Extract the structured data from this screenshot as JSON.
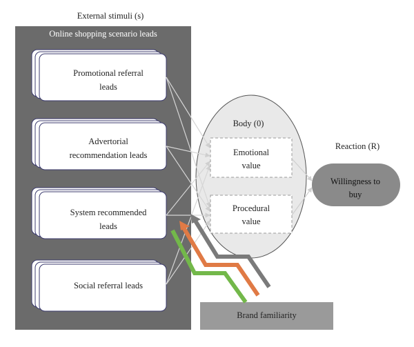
{
  "labels": {
    "external_stimuli": "External stimuli (s)",
    "scenario_title": "Online shopping scenario leads",
    "body": "Body (0)",
    "reaction": "Reaction (R)",
    "willingness": "Willingness to\nbuy",
    "brand_familiarity": "Brand familiarity"
  },
  "leads": [
    "Promotional referral\nleads",
    "Advertorial\nrecommendation leads",
    "System recommended\nleads",
    "Social referral leads"
  ],
  "values": [
    "Emotional\nvalue",
    "Procedural\nvalue"
  ],
  "colors": {
    "scenario_bg": "#6b6b6b",
    "card_border": "#3b3a6e",
    "ellipse_fill": "#e9e9e9",
    "reaction_fill": "#8a8a8a",
    "brand_fill": "#9a9a9a",
    "arrow_gray": "#7a7a7a",
    "arrow_orange": "#e07a45",
    "arrow_green": "#73b84a"
  }
}
